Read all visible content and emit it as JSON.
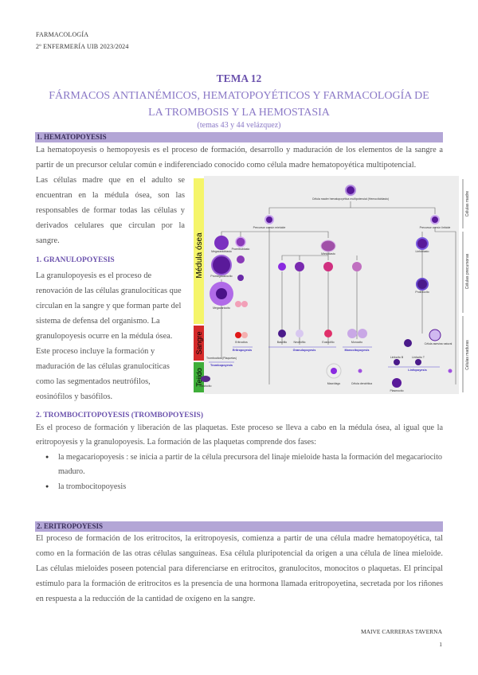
{
  "header": {
    "subject": "FARMACOLOGÍA",
    "course": "2º ENFERMERÍA UIB 2023/2024"
  },
  "title": {
    "tema": "TEMA 12",
    "main": "FÁRMACOS ANTIANÉMICOS, HEMATOPOYÉTICOS Y FARMACOLOGÍA DE LA TROMBOSIS Y LA HEMOSTASIA",
    "subtitle": "(temas 43 y 44 velázquez)"
  },
  "sections": {
    "hematopoyesis": {
      "heading": "1.  HEMATOPOYESIS",
      "p1": "La hematopoyesis o hemopoyesis es el proceso de formación, desarrollo y maduración de los elementos de la sangre a partir de un precursor celular común e indiferenciado conocido como célula madre hematopoyética multipotencial.",
      "p2": "Las células madre que en el adulto se encuentran en la médula ósea, son las responsables de formar todas las células y derivados celulares que circulan por la sangre."
    },
    "granulopoyesis": {
      "heading": "1.  GRANULOPOYESIS",
      "p": "La granulopoyesis es el proceso de renovación de las células granulocíticas que circulan en la sangre y que forman parte del sistema de defensa del organismo. La granulopoyesis ocurre en la médula ósea. Este proceso incluye la formación y maduración de las células granulocíticas como las segmentados neutrófilos, eosinófilos y basófilos."
    },
    "trombocitopoyesis": {
      "heading": "2. TROMBOCITOPOYESIS (TROMBOPOYESIS)",
      "p": "Es el proceso de formación y liberación de las plaquetas. Este proceso se lleva a cabo en la médula ósea, al igual que la eritropoyesis y la granulopoyesis. La formación de las plaquetas comprende dos fases:",
      "bullets": [
        "la megacariopoyesis : se inicia a partir de la célula precursora del linaje mieloide hasta la formación del megacariocito maduro.",
        "la trombocitopoyesis"
      ]
    },
    "eritropoyesis": {
      "heading": "2. ERITROPOYESIS",
      "p": "El proceso de formación de los eritrocitos, la eritropoyesis, comienza a partir de una célula madre hematopoyética, tal como en la formación de las otras células sanguíneas. Esa célula pluripotencial da origen a una célula de línea mieloide. Las células mieloides poseen potencial para diferenciarse en eritrocitos, granulocitos, monocitos o plaquetas. El principal estímulo para la formación de eritrocitos es la presencia de una hormona llamada eritropoyetina, secretada por los riñones en respuesta a la reducción de la cantidad de oxígeno en la sangre."
    }
  },
  "figure": {
    "bands": {
      "medula": "Médula ósea",
      "sangre": "Sangre",
      "tejido": "Tejido"
    },
    "stages": {
      "madre": "Células madre",
      "precursoras": "Células precursoras",
      "maduras": "Células maduras"
    },
    "cells": {
      "hsc": "Célula madre hematopoyética multipotencial (Hemocitoblasto)",
      "mieloide": "Precursor común mieloide",
      "linfoide": "Precursor común linfoide",
      "megacarioblasto": "Megacarioblasto",
      "promegacariocito": "Promegacariocito",
      "megacariocito": "Megacariocito",
      "proeritroblasto": "Proeritroblasto",
      "mieloblasto": "Mieloblasto",
      "linfoblasto": "Linfoblasto",
      "prolinfocito": "Prolinfocito",
      "trombocitos": "Trombocitos (Plaquetas)",
      "eritrocitos": "Eritrocitos",
      "basofilo": "Basófilo",
      "neutrofilo": "Neutrófilo",
      "eosinofilo": "Eosinófilo",
      "monocito": "Monocito",
      "mastocito": "Mastocito",
      "macrofago": "Macrófago",
      "dendritica": "Célula dendrítica",
      "nk": "Célula asesina natural",
      "linfoB": "Linfocito B",
      "linfoT": "Linfocito T",
      "plasmocito": "Plasmocito"
    },
    "processes": {
      "trombo": "Trombopoyesis",
      "eritro": "Eritropoyesis",
      "granulo": "Granulopoyesis",
      "mono": "Monocitopoyesis",
      "linfo": "Linfopoyesis"
    },
    "colors": {
      "medula": "#f5f56a",
      "sangre": "#d42a2a",
      "tejido": "#3fae3a",
      "cell": "#5a1a9a",
      "bg": "#ededed"
    }
  },
  "footer": {
    "author": "MAIVE CARRERAS TAVERNA",
    "page": "1"
  }
}
